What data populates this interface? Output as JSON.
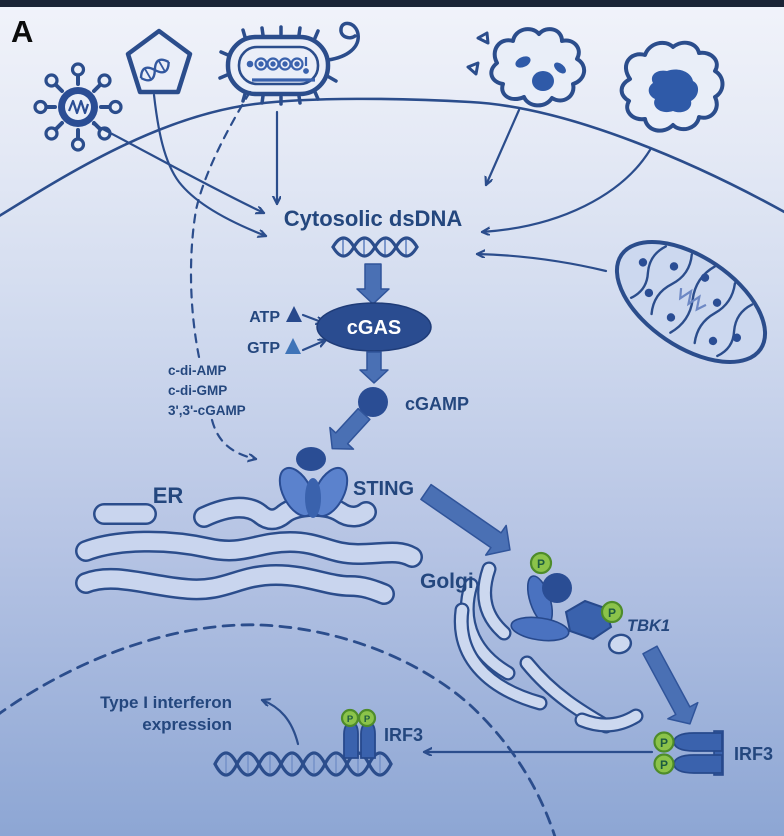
{
  "panel_label": "A",
  "pathway": {
    "dsdna_label": "Cytosolic dsDNA",
    "atp_label": "ATP",
    "gtp_label": "GTP",
    "cgas_label": "cGAS",
    "cgamp_label": "cGAMP",
    "cdn_labels": [
      "c-di-AMP",
      "c-di-GMP",
      "3',3'-cGAMP"
    ],
    "er_label": "ER",
    "sting_label": "STING",
    "golgi_label": "Golgi",
    "tbk1_label": "TBK1",
    "irf3_cytoplasmic_label": "IRF3",
    "irf3_nuclear_label": "IRF3",
    "phospho_label": "P",
    "nucleus_output_line1": "Type I interferon",
    "nucleus_output_line2": "expression"
  },
  "colors": {
    "line_dark_blue": "#2b4d8c",
    "deep_blue_fill": "#2a4d94",
    "medium_blue_fill": "#3a62ad",
    "petal_blue": "#5b82cd",
    "block_arrow_blue": "#4a70b4",
    "phospho_green": "#8bc34a",
    "text_navy": "#24477e",
    "background_top": "#f1f3fa",
    "background_bottom": "#8da6d4",
    "top_bar": "#1b2436"
  }
}
